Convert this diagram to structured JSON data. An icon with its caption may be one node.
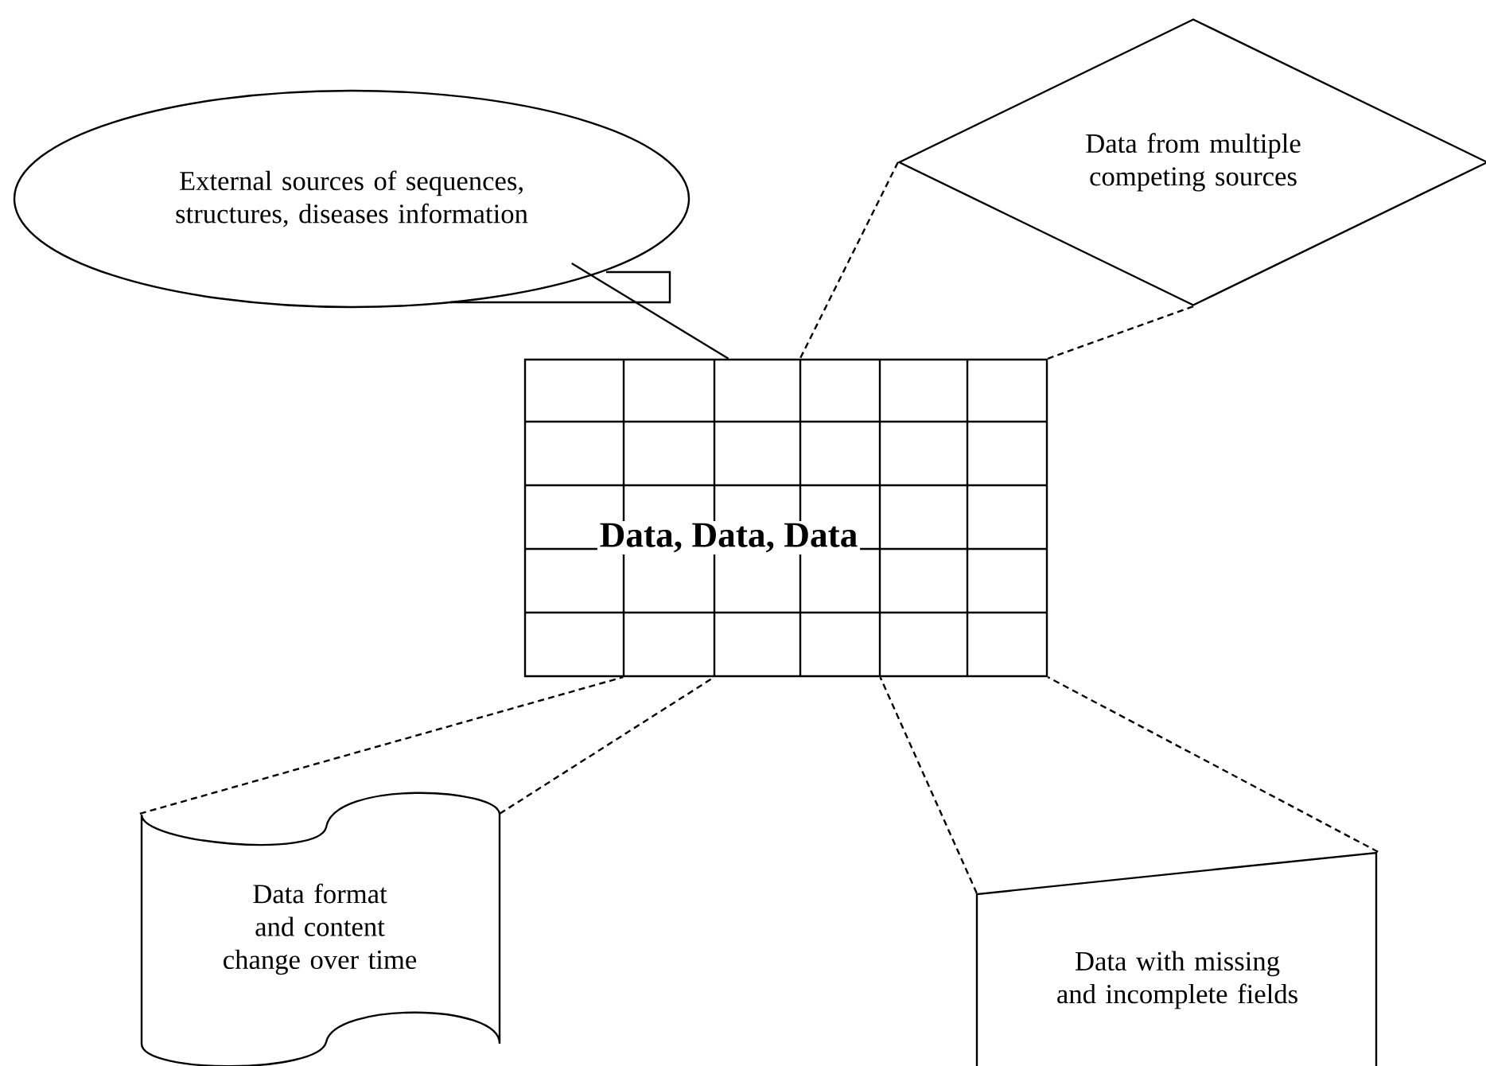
{
  "diagram": {
    "nodes": [
      {
        "text": [
          "External sources of sequences, structures, diseases information"
        ]
      },
      {
        "text": [
          "Data from multiple competing sources"
        ]
      },
      {
        "text": [
          "Data, Data, Data"
        ]
      },
      {
        "text": [
          "Data format and content change over time"
        ]
      },
      {
        "text": [
          "Data with missing and incomplete fields"
        ]
      }
    ],
    "edges": [
      {
        "from": 0,
        "to": 2,
        "arrow": "none"
      },
      {
        "from": 1,
        "to": 2,
        "arrow": "none",
        "style": "dashed"
      },
      {
        "from": 1,
        "to": 2,
        "arrow": "none",
        "style": "dashed"
      },
      {
        "from": 3,
        "to": 2,
        "arrow": "none",
        "style": "dashed"
      },
      {
        "from": 3,
        "to": 2,
        "arrow": "none",
        "style": "dashed"
      },
      {
        "from": 4,
        "to": 2,
        "arrow": "none",
        "style": "dashed"
      },
      {
        "from": 4,
        "to": 2,
        "arrow": "none",
        "style": "dashed"
      }
    ]
  }
}
